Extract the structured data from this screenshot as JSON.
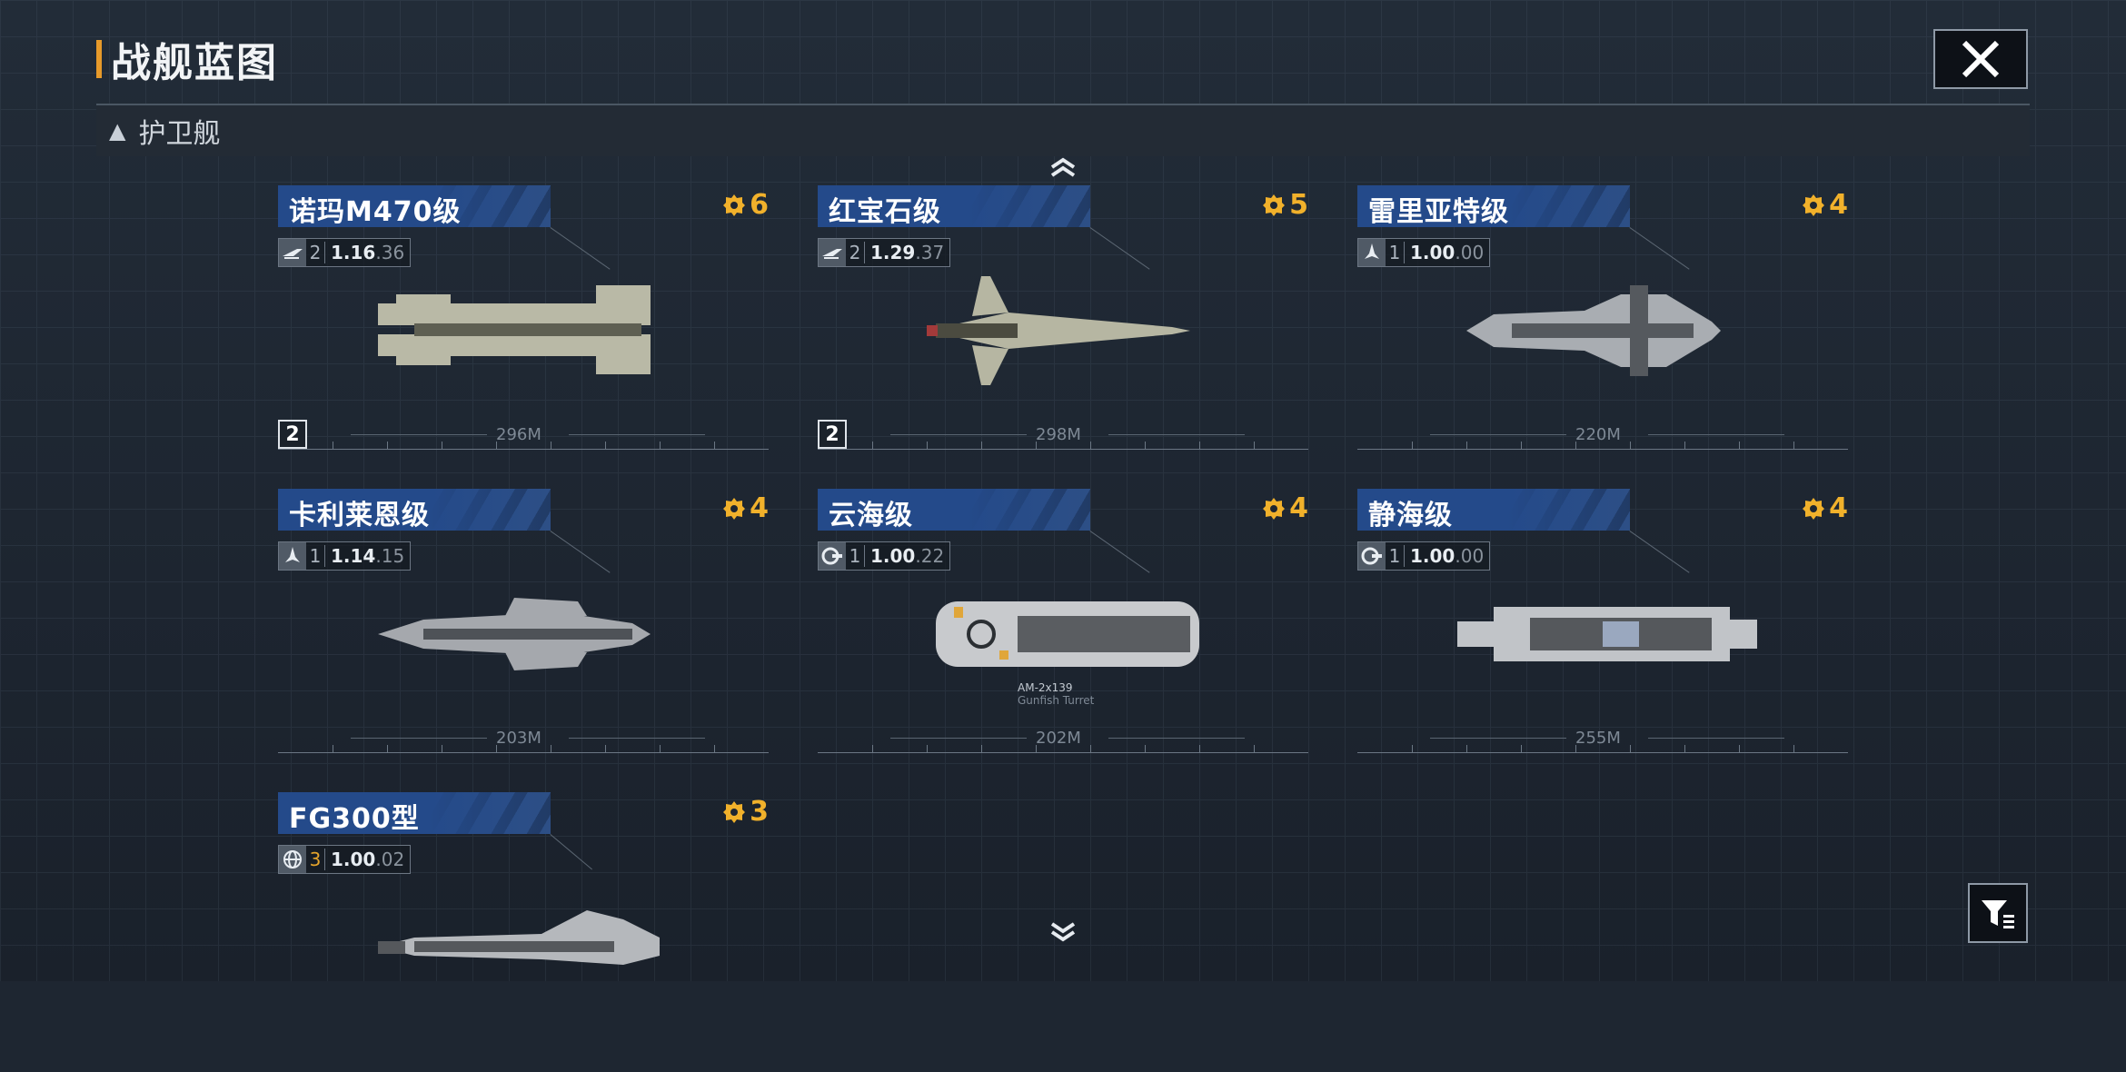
{
  "header": {
    "title": "战舰蓝图"
  },
  "section": {
    "arrow": "▲",
    "label": "护卫舰"
  },
  "ships": [
    {
      "name": "诺玛M470级",
      "cost": "6",
      "level": "2",
      "ratio_main": "1.16",
      "ratio_sub": ".36",
      "length": "296M",
      "badge": "2",
      "icon": "missile-icon"
    },
    {
      "name": "红宝石级",
      "cost": "5",
      "level": "2",
      "ratio_main": "1.29",
      "ratio_sub": ".37",
      "length": "298M",
      "badge": "2",
      "icon": "missile-icon"
    },
    {
      "name": "雷里亚特级",
      "cost": "4",
      "level": "1",
      "ratio_main": "1.00",
      "ratio_sub": ".00",
      "length": "220M",
      "badge": "",
      "icon": "fighter-icon"
    },
    {
      "name": "卡利莱恩级",
      "cost": "4",
      "level": "1",
      "ratio_main": "1.14",
      "ratio_sub": ".15",
      "length": "203M",
      "badge": "",
      "icon": "fighter-icon"
    },
    {
      "name": "云海级",
      "cost": "4",
      "level": "1",
      "ratio_main": "1.00",
      "ratio_sub": ".22",
      "length": "202M",
      "badge": "",
      "icon": "cannon-icon"
    },
    {
      "name": "静海级",
      "cost": "4",
      "level": "1",
      "ratio_main": "1.00",
      "ratio_sub": ".00",
      "length": "255M",
      "badge": "",
      "icon": "cannon-icon"
    },
    {
      "name": "FG300型",
      "cost": "3",
      "level": "3",
      "ratio_main": "1.00",
      "ratio_sub": ".02",
      "length": "",
      "badge": "",
      "icon": "globe-icon"
    }
  ],
  "annotation": {
    "turret_label": "AM-2x139",
    "turret_sub": "Gunfish Turret"
  },
  "colors": {
    "accent": "#e79a2a",
    "cost": "#f1b12b",
    "namebar": "#244a8a"
  }
}
